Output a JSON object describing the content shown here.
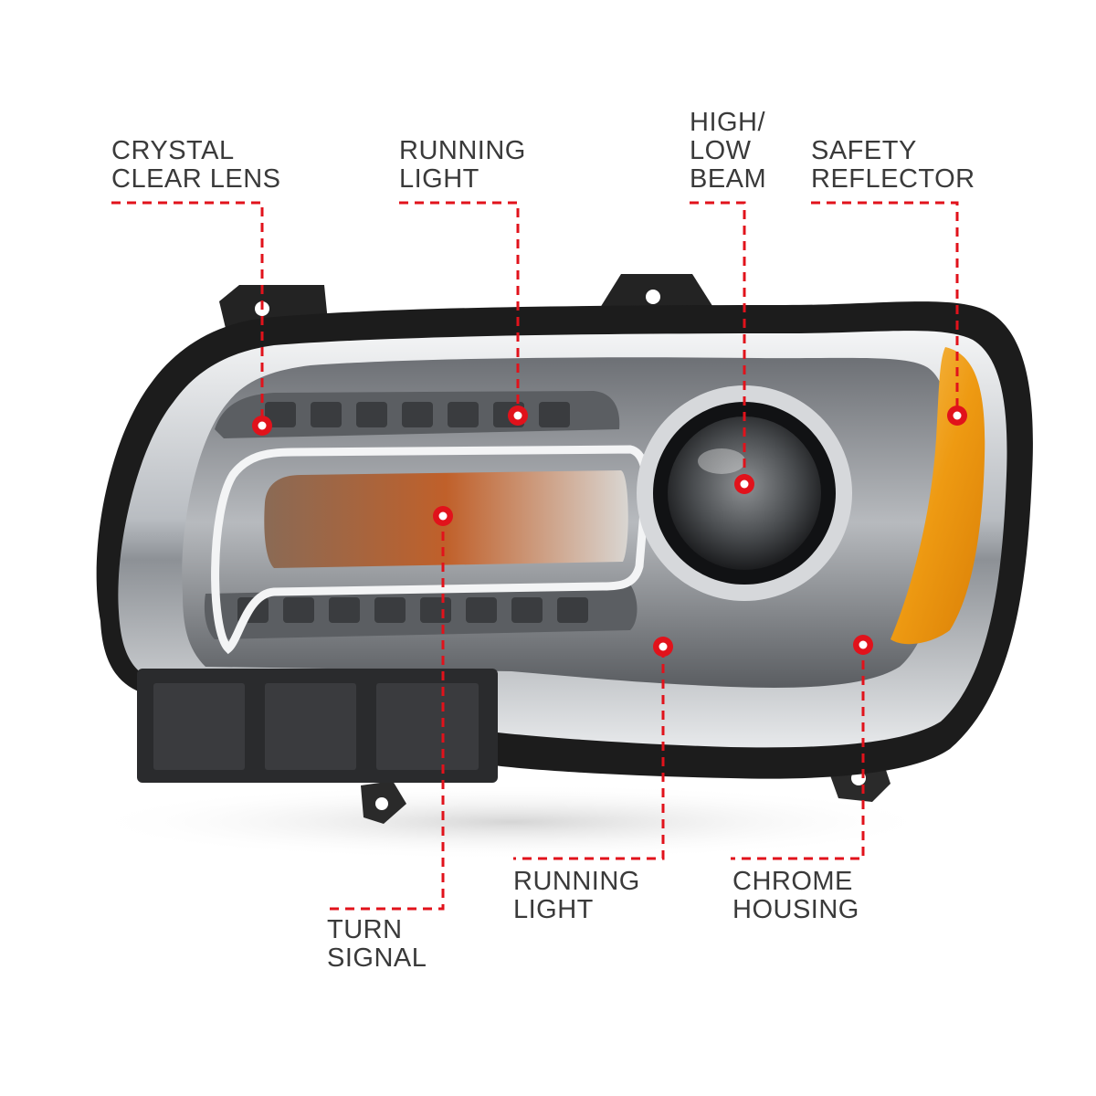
{
  "colors": {
    "callout_line": "#e1121b",
    "label_text": "#3a3a3a",
    "housing_black": "#1c1c1c",
    "chrome": "#c9ccd0",
    "amber_reflector": "#f0a21a"
  },
  "callouts": [
    {
      "id": "crystal-clear-lens",
      "lines": [
        "CRYSTAL",
        "CLEAR LENS"
      ]
    },
    {
      "id": "running-light-top",
      "lines": [
        "RUNNING",
        "LIGHT"
      ]
    },
    {
      "id": "high-low-beam",
      "lines": [
        "HIGH/",
        "LOW",
        "BEAM"
      ]
    },
    {
      "id": "safety-reflector",
      "lines": [
        "SAFETY",
        "REFLECTOR"
      ]
    },
    {
      "id": "turn-signal",
      "lines": [
        "TURN",
        "SIGNAL"
      ]
    },
    {
      "id": "running-light-bottom",
      "lines": [
        "RUNNING",
        "LIGHT"
      ]
    },
    {
      "id": "chrome-housing",
      "lines": [
        "CHROME",
        "HOUSING"
      ]
    }
  ]
}
